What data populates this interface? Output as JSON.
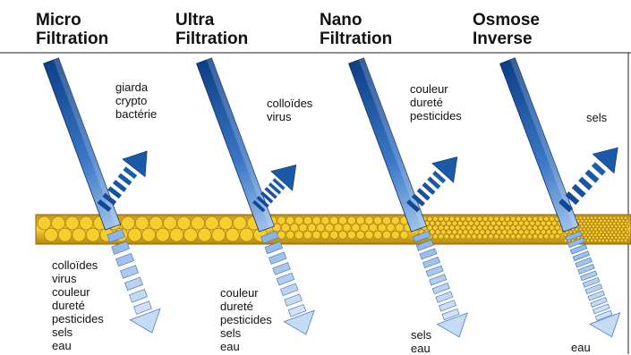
{
  "columns": [
    {
      "title": [
        "Micro",
        "Filtration"
      ],
      "rejected": [
        "giarda",
        "crypto",
        "bactérie"
      ],
      "passed": [
        "colloïdes",
        "virus",
        "couleur",
        "dureté",
        "pesticides",
        "sels",
        "eau"
      ]
    },
    {
      "title": [
        "Ultra",
        "Filtration"
      ],
      "rejected": [
        "colloïdes",
        "virus"
      ],
      "passed": [
        "couleur",
        "dureté",
        "pesticides",
        "sels",
        "eau"
      ]
    },
    {
      "title": [
        "Nano",
        "Filtration"
      ],
      "rejected": [
        "couleur",
        "dureté",
        "pesticides"
      ],
      "passed": [
        "sels",
        "eau"
      ]
    },
    {
      "title": [
        "Osmose",
        "Inverse"
      ],
      "rejected": [
        "sels"
      ],
      "passed": [
        "eau"
      ]
    }
  ],
  "colors": {
    "arrow_dark": "#0d3f86",
    "arrow_mid": "#2f6fc0",
    "arrow_light": "#a9c8ec",
    "membrane": "#f2c21b",
    "membrane_dark": "#9b7410",
    "frame_line": "#222222"
  }
}
